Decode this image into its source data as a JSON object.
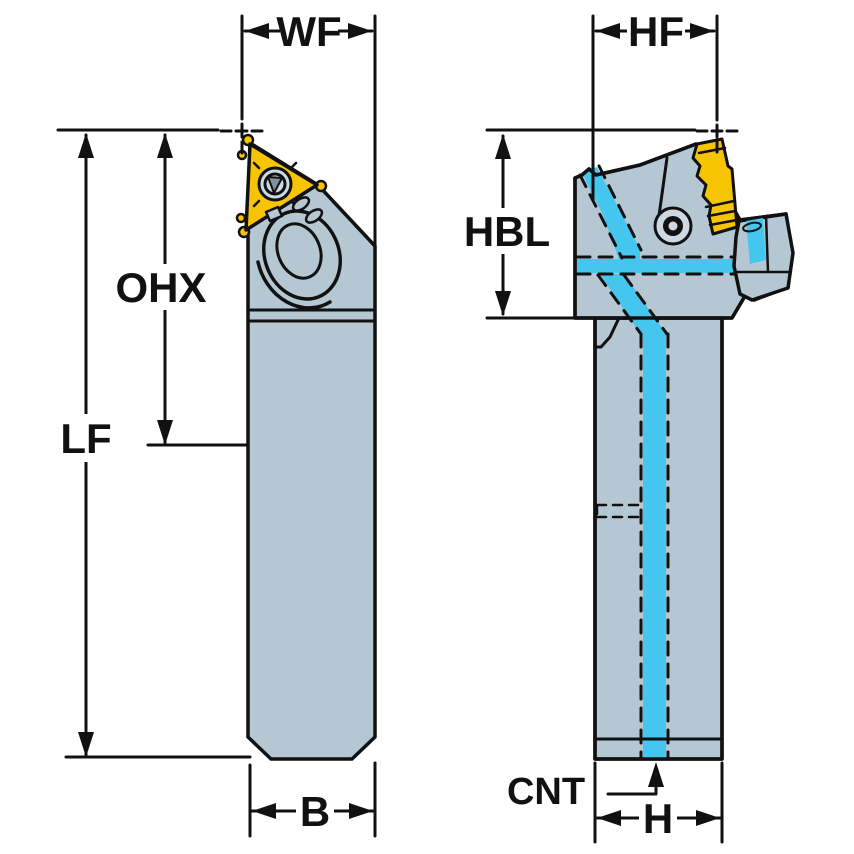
{
  "drawing": {
    "kind": "tool-holder dimension drawing",
    "labels": {
      "wf": "WF",
      "hf": "HF",
      "ohx": "OHX",
      "hbl": "HBL",
      "lf": "LF",
      "b": "B",
      "cnt": "CNT",
      "h": "H"
    },
    "colors": {
      "background": "#ffffff",
      "body": "#b5c7d3",
      "body_light": "#ccd9e2",
      "insert_yellow": "#f6c402",
      "coolant_cyan": "#45c6ef",
      "socket_gray": "#7e93a0",
      "outline": "#111111",
      "screw_core_dark": "#111111"
    }
  }
}
